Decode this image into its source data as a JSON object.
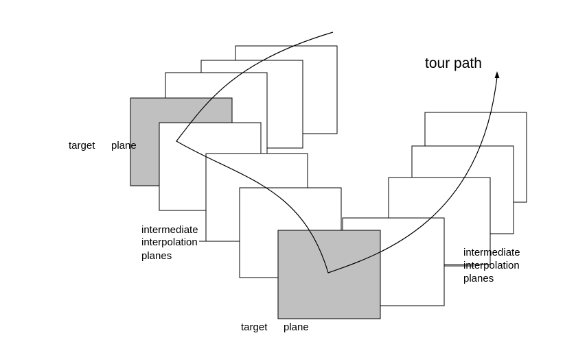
{
  "diagram": {
    "labels": {
      "tour_path": "tour path",
      "target_plane_left": {
        "word1": "target",
        "word2": "plane"
      },
      "target_plane_bottom": {
        "word1": "target",
        "word2": "plane"
      },
      "intermediate_left": [
        "intermediate",
        "interpolation",
        "planes"
      ],
      "intermediate_right": [
        "intermediate",
        "interpolation",
        "planes"
      ]
    },
    "colors": {
      "target_plane_fill": "#c0c0c0",
      "plane_fill": "#ffffff",
      "stroke": "#000000"
    }
  }
}
